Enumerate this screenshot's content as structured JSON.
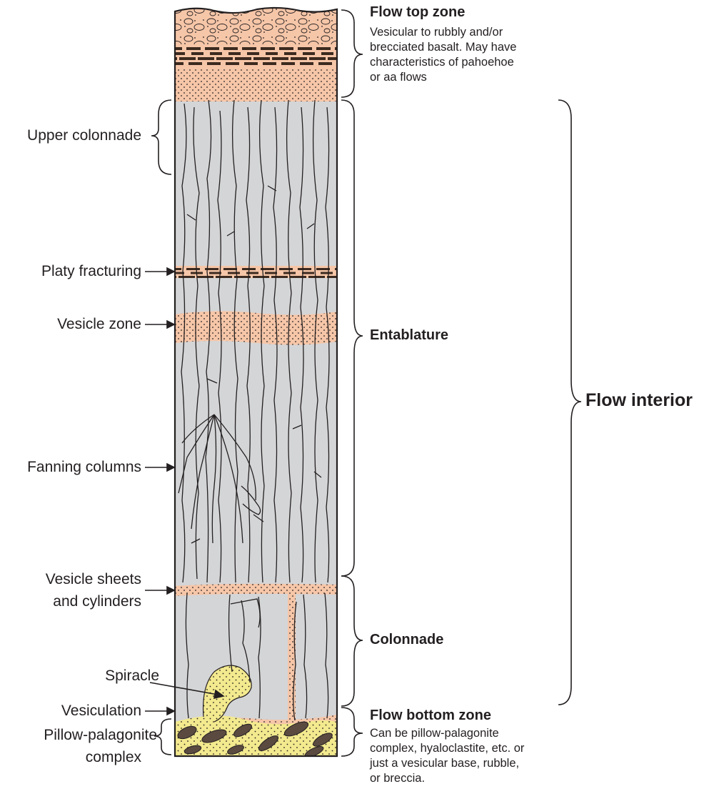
{
  "colors": {
    "basalt_gray": "#d4d5d7",
    "vesicular_orange": "#f6c6a8",
    "platy_brown": "#3b2a20",
    "spiracle_yellow": "#f3e98e",
    "pillow_brown": "#5a4a40",
    "line": "#231f20"
  },
  "left_labels": {
    "upper_colonnade": "Upper colonnade",
    "platy_fracturing": "Platy fracturing",
    "vesicle_zone": "Vesicle zone",
    "fanning_columns": "Fanning columns",
    "vesicle_sheets_1": "Vesicle sheets",
    "vesicle_sheets_2": "and cylinders",
    "spiracle": "Spiracle",
    "vesiculation": "Vesiculation",
    "pillow_1": "Pillow-palagonite",
    "pillow_2": "complex"
  },
  "zones": {
    "flow_top": {
      "title": "Flow top zone",
      "lines": [
        "Vesicular to rubbly and/or",
        "brecciated basalt. May have",
        "characteristics of pahoehoe",
        "or aa flows"
      ]
    },
    "entablature": {
      "title": "Entablature"
    },
    "colonnade": {
      "title": "Colonnade"
    },
    "flow_bottom": {
      "title": "Flow bottom zone",
      "lines": [
        "Can be pillow-palagonite",
        "complex, hyaloclastite, etc. or",
        "just a vesicular base, rubble,",
        "or breccia."
      ]
    },
    "flow_interior": {
      "title": "Flow interior"
    }
  }
}
